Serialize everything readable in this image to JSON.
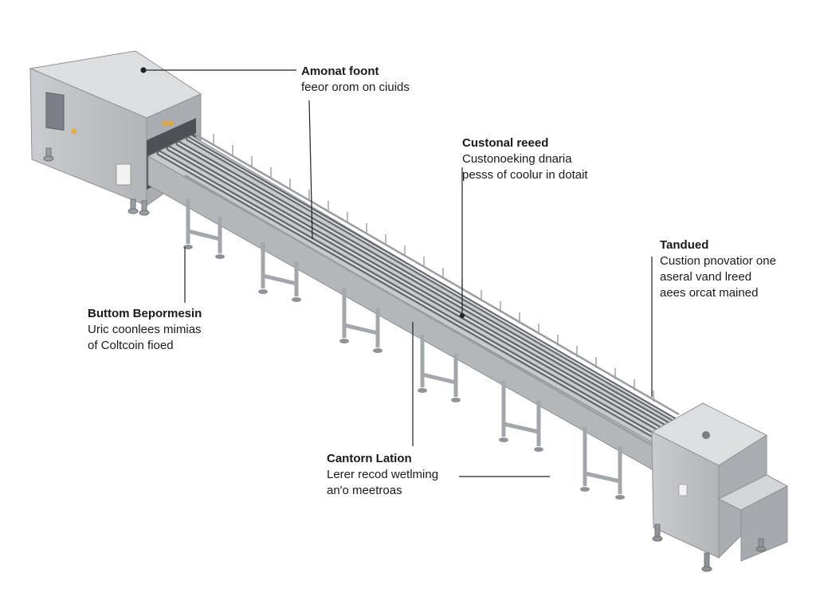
{
  "callouts": [
    {
      "id": "top-left",
      "title": "Amonat foont",
      "lines": [
        "feeor orom on ciuids"
      ]
    },
    {
      "id": "top-right",
      "title": "Custonal reeed",
      "lines": [
        "Custonoeking dnaria",
        "pesss of coolur in dotait"
      ]
    },
    {
      "id": "right",
      "title": "Tandued",
      "lines": [
        "Custion pnovatior one",
        "aseral vand lreed",
        "aees orcat mained"
      ]
    },
    {
      "id": "left",
      "title": "Buttom Bepormesin",
      "lines": [
        "Uric coonlees mimias",
        "of Coltcoin fioed"
      ]
    },
    {
      "id": "bottom",
      "title": "Cantorn Lation",
      "lines": [
        "Lerer recod wetlming",
        "an'o meetroas"
      ]
    }
  ],
  "colors": {
    "housing_front": "#c4c6c9",
    "housing_side": "#a9acb0",
    "housing_top": "#dcdee0",
    "frame": "#b7babd",
    "roller": "#8e9297",
    "leader": "#222222"
  }
}
